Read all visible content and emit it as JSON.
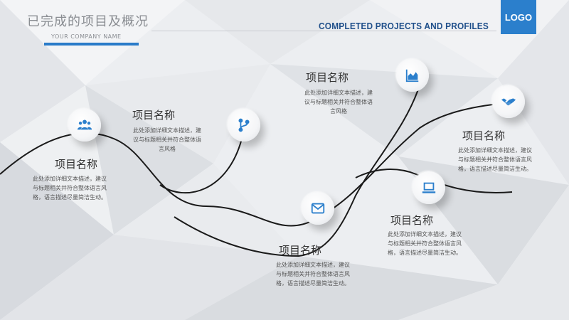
{
  "header": {
    "title_cn": "已完成的项目及概况",
    "subtitle": "YOUR COMPANY NAME",
    "title_en": "COMPLETED PROJECTS AND PROFILES",
    "logo": "LOGO"
  },
  "colors": {
    "accent": "#2b7fcc",
    "title_en": "#1f4f8a",
    "curve": "#1a1a1a"
  },
  "items": [
    {
      "icon": "people-icon",
      "title": "项目名称",
      "desc_lines": [
        "此处添加详细文本描述，建议",
        "与标题相关并符合整体语言风",
        "格，语言描述尽量简洁生动。"
      ]
    },
    {
      "icon": "branch-icon",
      "title": "项目名称",
      "desc_lines": [
        "此处添加详细文本描述，建",
        "议与标题相关并符合整体语",
        "言风格"
      ]
    },
    {
      "icon": "area-chart-icon",
      "title": "项目名称",
      "desc_lines": [
        "此处添加详细文本描述，建",
        "议与标题相关并符合整体语",
        "言风格"
      ]
    },
    {
      "icon": "mail-icon",
      "title": "项目名称",
      "desc_lines": [
        "此处添加详细文本描述，建议",
        "与标题相关并符合整体语言风",
        "格，语言描述尽量简洁生动。"
      ]
    },
    {
      "icon": "laptop-icon",
      "title": "项目名称",
      "desc_lines": [
        "此处添加详细文本描述，建议",
        "与标题相关并符合整体语言风",
        "格，语言描述尽量简洁生动。"
      ]
    },
    {
      "icon": "handshake-icon",
      "title": "项目名称",
      "desc_lines": [
        "此处添加详细文本描述，建议",
        "与标题相关并符合整体语言风",
        "格，语言描述尽量简洁生动。"
      ]
    }
  ]
}
